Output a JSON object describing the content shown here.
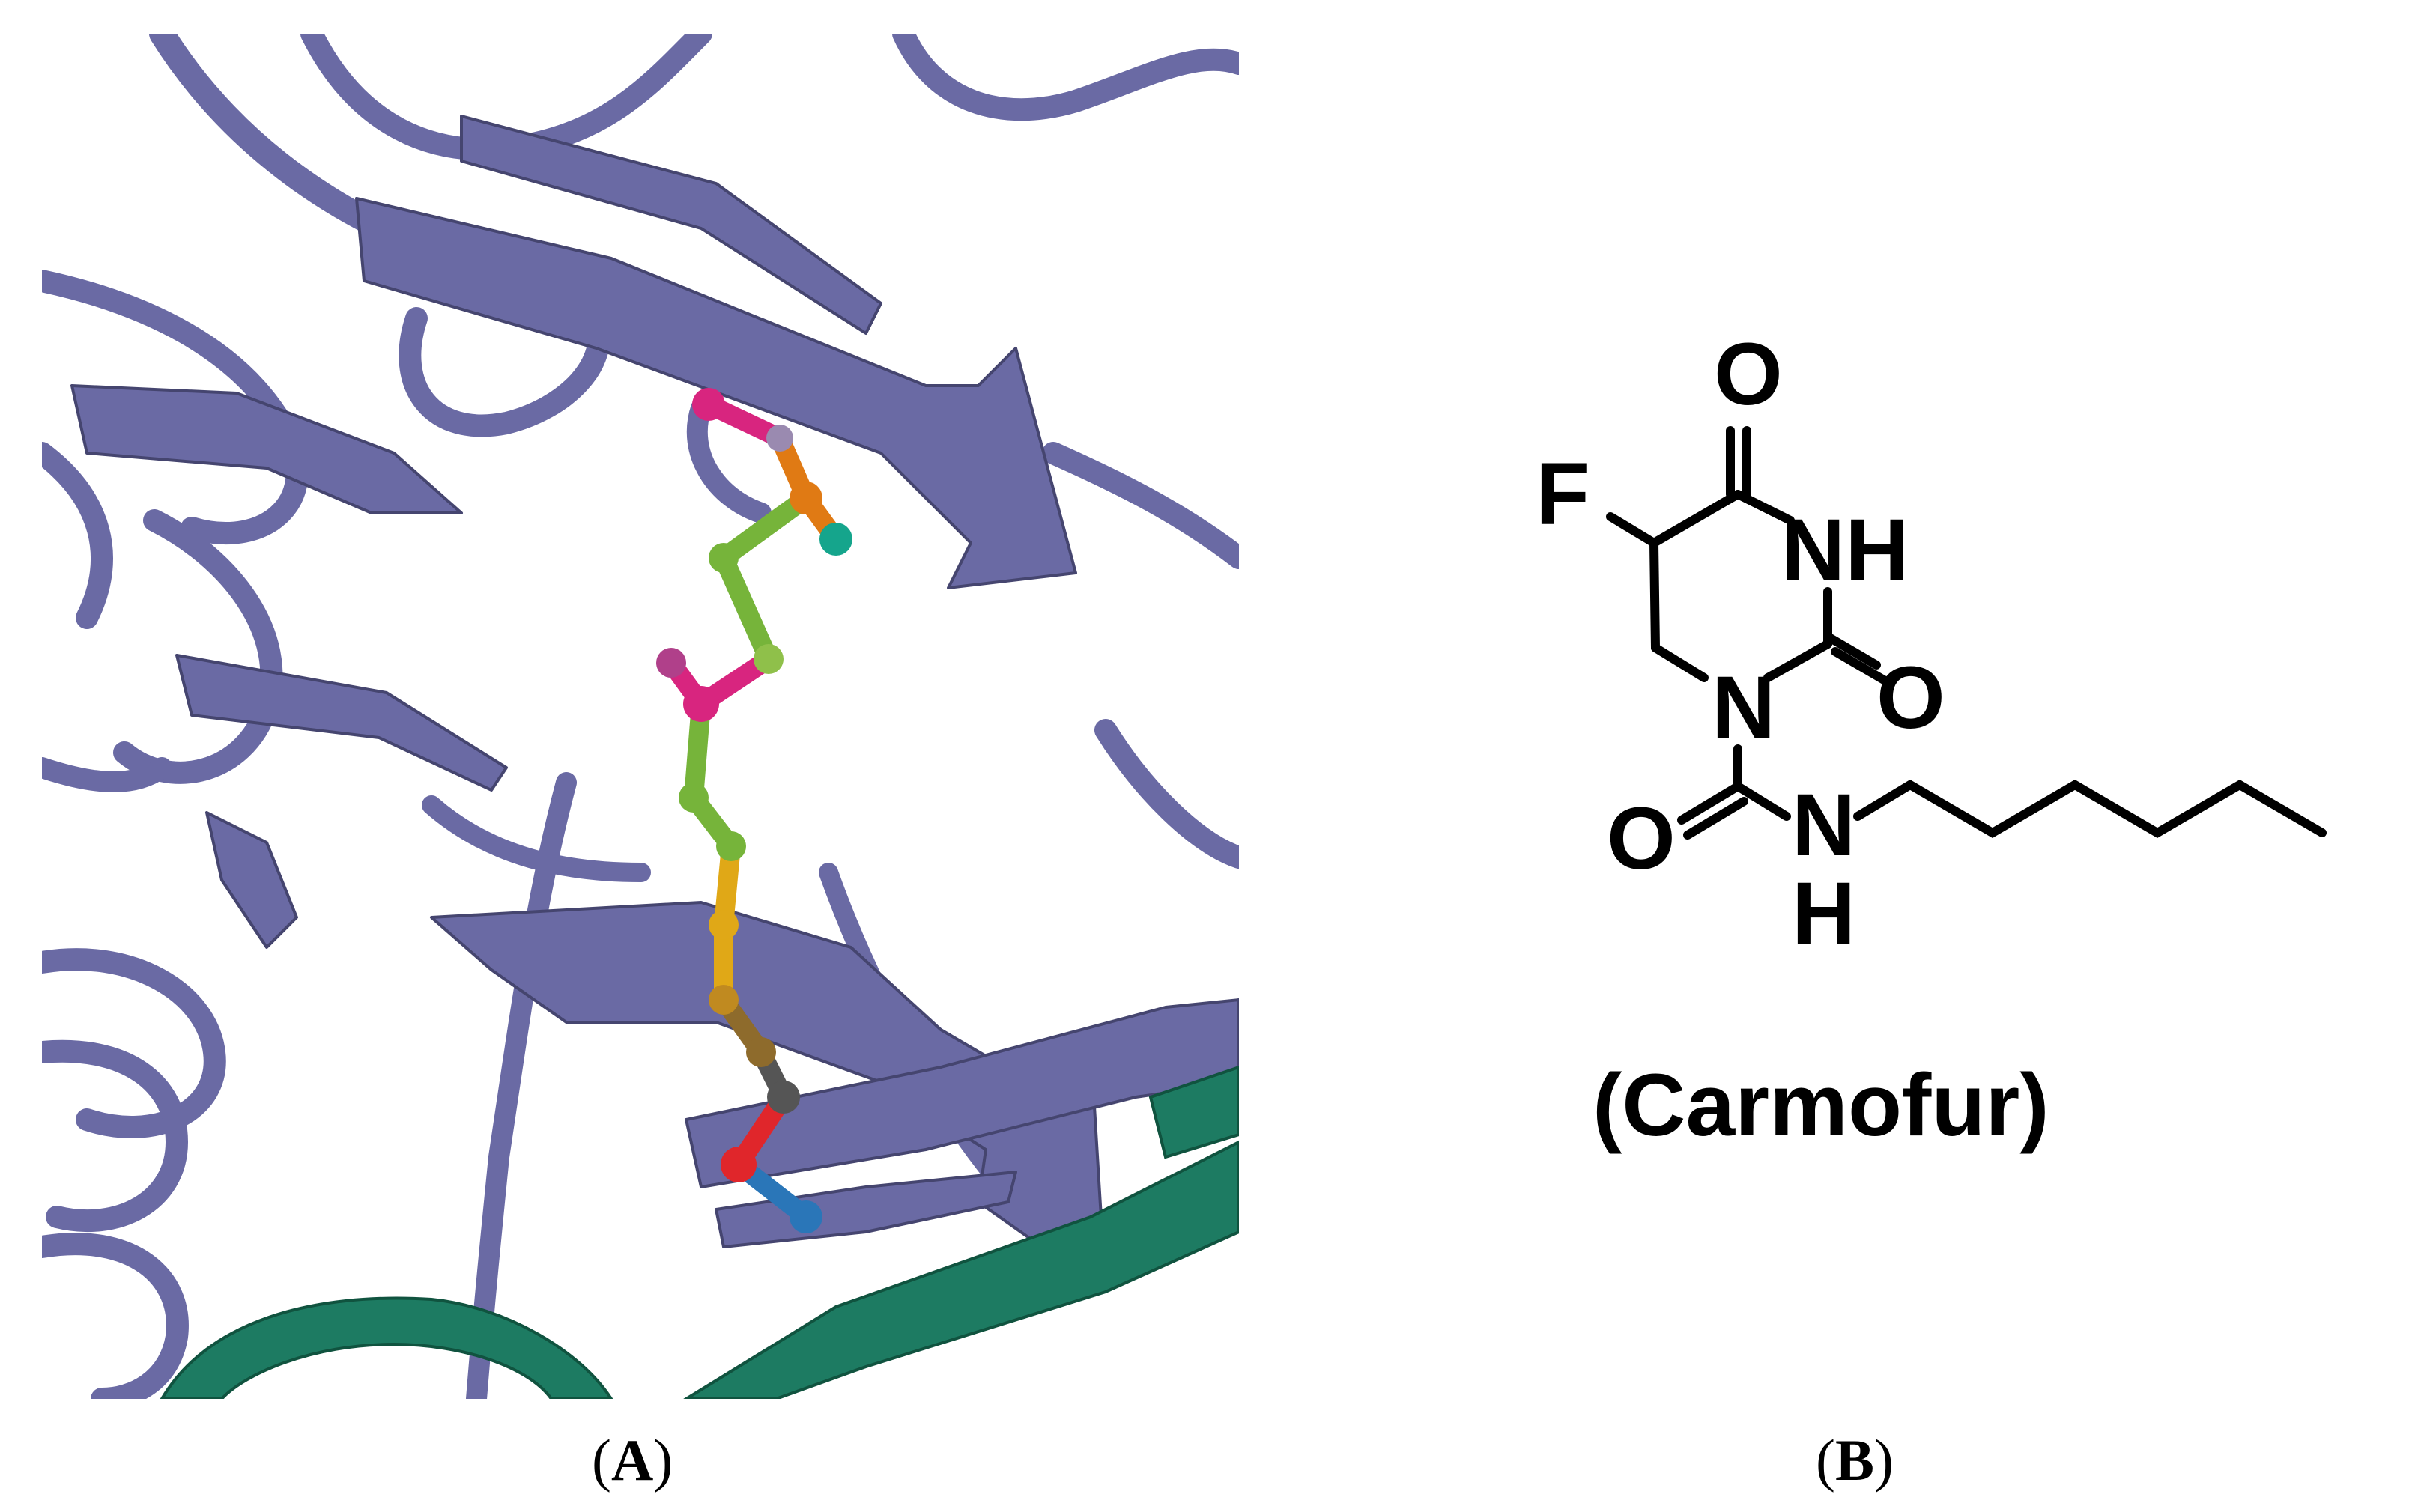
{
  "panels": {
    "a": {
      "label_open": "(",
      "label_letter": "A",
      "label_close": ")"
    },
    "b": {
      "label_open": "(",
      "label_letter": "B",
      "label_close": ")",
      "compound_name": "(Carmofur)"
    }
  },
  "structure": {
    "atoms": {
      "o_top": "O",
      "f": "F",
      "nh_ring": "NH",
      "n_ring": "N",
      "o_right": "O",
      "o_left": "O",
      "n_amide": "N",
      "h_amide": "H"
    }
  },
  "colors": {
    "protein": "#6a6aa4",
    "protein_dark": "#45456f",
    "helix_green": "#1d7b62",
    "ligand_pink": "#d8257f",
    "ligand_orange": "#e07a14",
    "ligand_green": "#76b43a",
    "ligand_yellow": "#e0a817",
    "ligand_brown": "#8e6b2c",
    "ligand_gray": "#555555",
    "ligand_red": "#e0262b",
    "ligand_blue": "#2a76b8",
    "ligand_teal": "#15a58c"
  }
}
